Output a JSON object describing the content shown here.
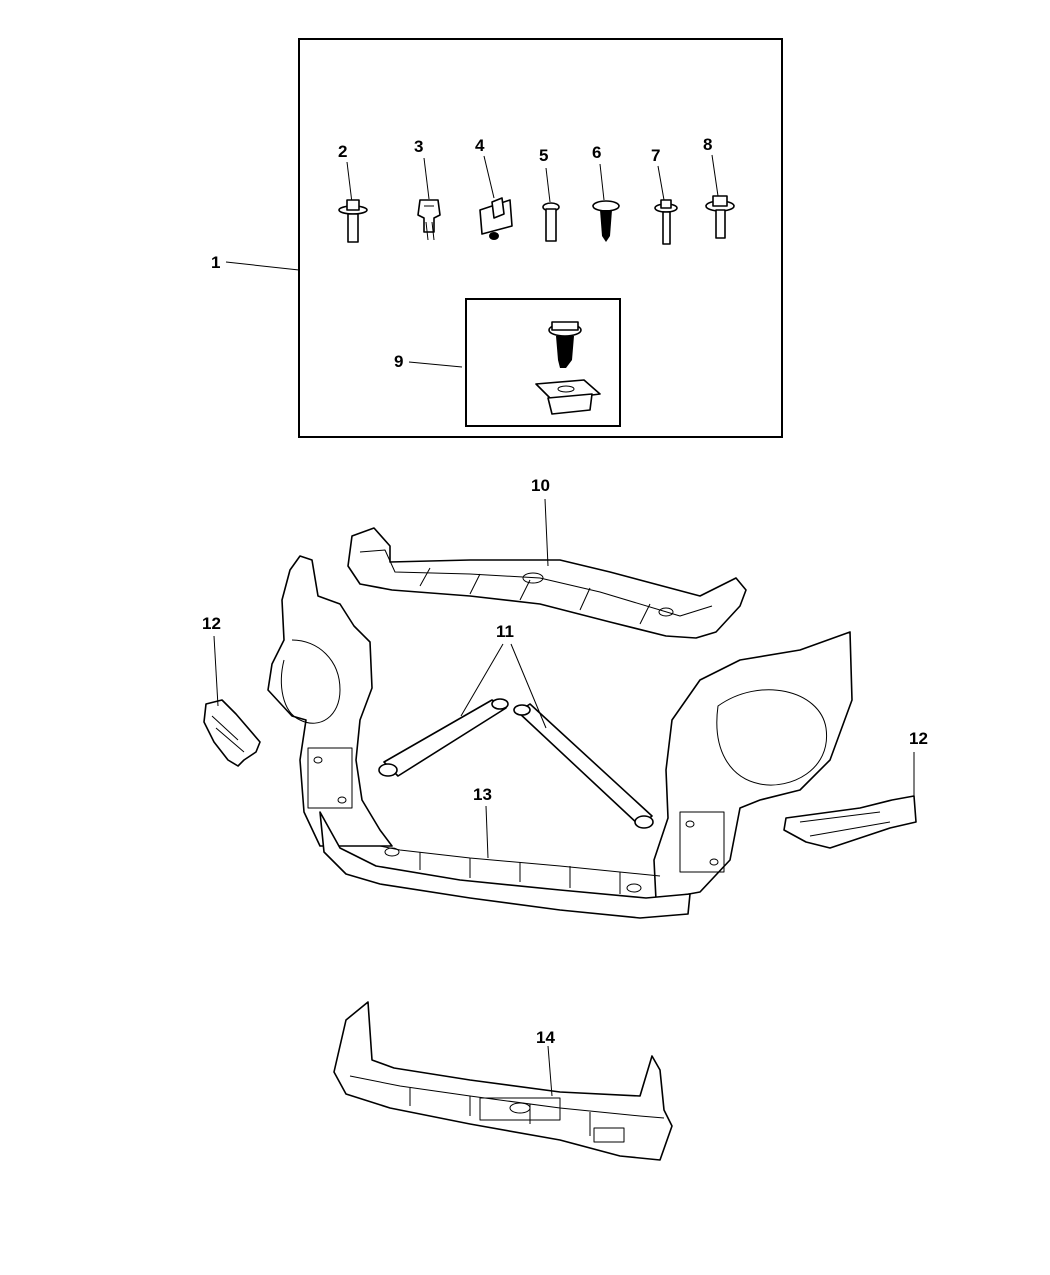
{
  "callouts": {
    "c1": "1",
    "c2": "2",
    "c3": "3",
    "c4": "4",
    "c5": "5",
    "c6": "6",
    "c7": "7",
    "c8": "8",
    "c9": "9",
    "c10": "10",
    "c11": "11",
    "c12a": "12",
    "c12b": "12",
    "c13": "13",
    "c14": "14"
  }
}
